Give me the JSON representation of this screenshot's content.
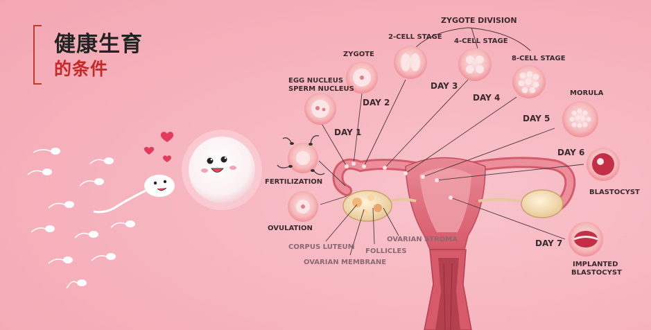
{
  "title": {
    "main": "健康生育",
    "sub": "的条件"
  },
  "heading": "ZYGOTE DIVISION",
  "stages": {
    "egg_nucleus": "EGG NUCLEUS",
    "sperm_nucleus": "SPERM NUCLEUS",
    "zygote": "ZYGOTE",
    "two_cell": "2-CELL STAGE",
    "four_cell": "4-CELL STAGE",
    "eight_cell": "8-CELL STAGE",
    "morula": "MORULA",
    "blastocyst": "BLASTOCYST",
    "implanted_1": "IMPLANTED",
    "implanted_2": "BLASTOCYST",
    "fertilization": "FERTILIZATION",
    "ovulation": "OVULATION"
  },
  "anatomy": {
    "corpus_luteum": "CORPUS LUTEUM",
    "ovarian_membrane": "OVARIAN MEMBRANE",
    "follicles": "FOLLICLES",
    "ovarian_stroma": "OVARIAN STROMA"
  },
  "days": {
    "d1": "DAY 1",
    "d2": "DAY 2",
    "d3": "DAY 3",
    "d4": "DAY 4",
    "d5": "DAY 5",
    "d6": "DAY 6",
    "d7": "DAY 7"
  },
  "colors": {
    "background": "#f6b3bd",
    "title_accent": "#c62828",
    "uterus": "#e0707c",
    "ovary": "#f2e0b8",
    "cell": "#f8c6c6",
    "heart": "#e23b5c"
  }
}
